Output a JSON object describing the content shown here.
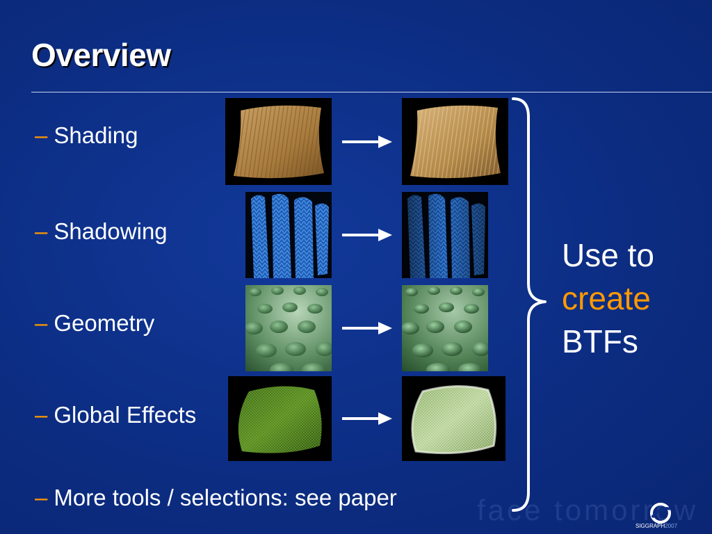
{
  "slide": {
    "title": "Overview",
    "bullets": [
      {
        "dash": "–",
        "text": "Shading"
      },
      {
        "dash": "–",
        "text": "Shadowing"
      },
      {
        "dash": "–",
        "text": "Geometry"
      },
      {
        "dash": "–",
        "text": "Global Effects"
      },
      {
        "dash": "–",
        "text": "More tools / selections: see paper"
      }
    ],
    "callout": {
      "line1": "Use to",
      "line2": "create",
      "line3": "BTFs"
    },
    "watermark": "face tomorrow",
    "branding": {
      "name": "SIGGRAPH",
      "year": "2007"
    }
  },
  "colors": {
    "background": "#0c2d83",
    "accent": "#ff9900",
    "text": "#ffffff"
  }
}
